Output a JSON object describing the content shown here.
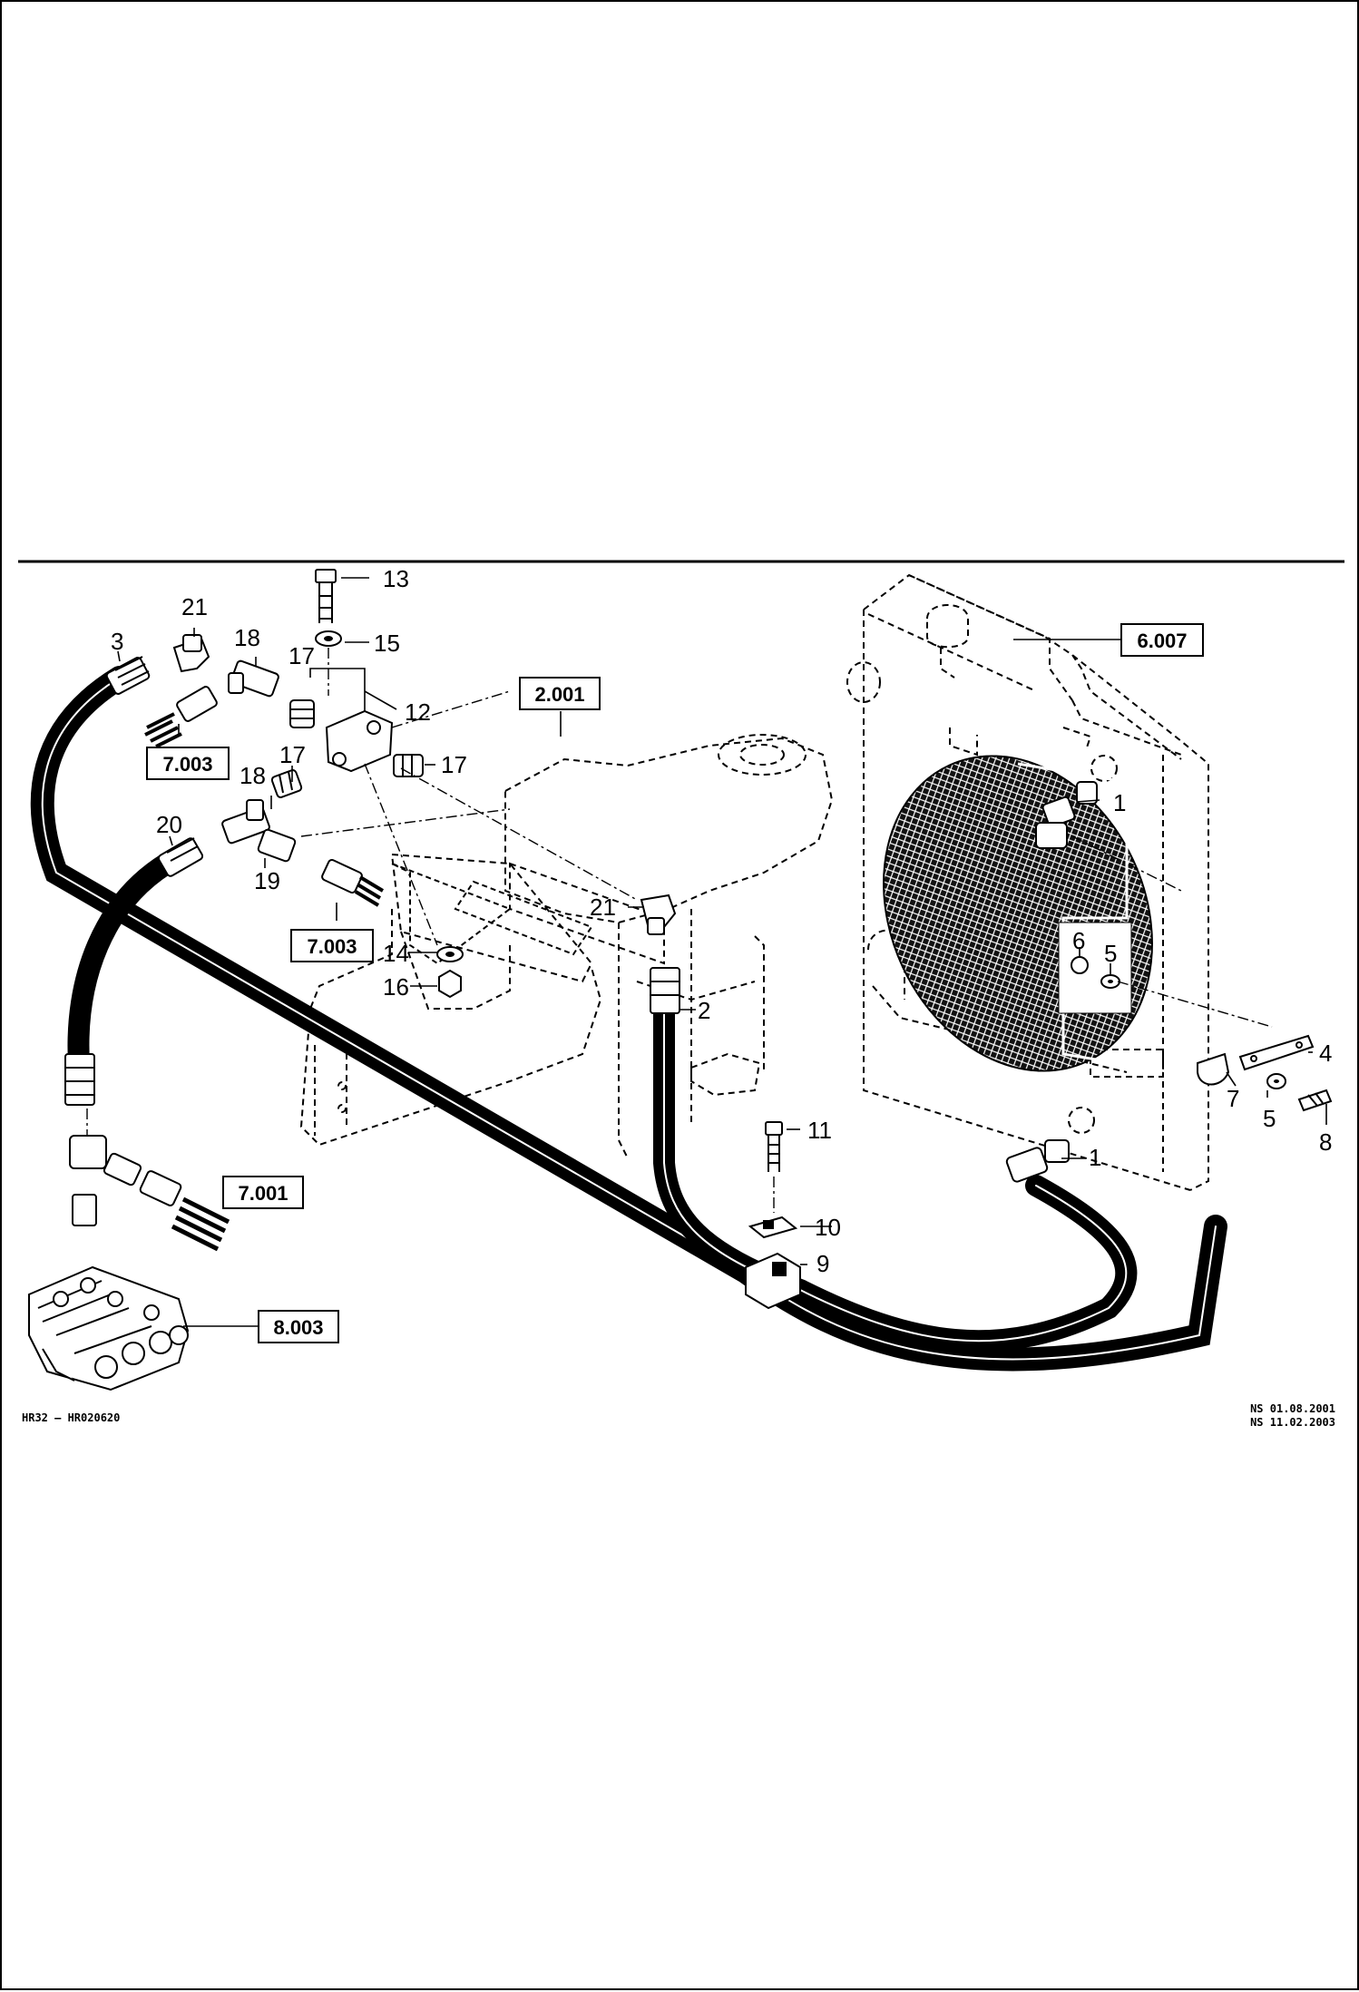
{
  "diagram": {
    "callouts": {
      "c1a": "1",
      "c1b": "1",
      "c2": "2",
      "c3": "3",
      "c4": "4",
      "c5a": "5",
      "c5b": "5",
      "c6": "6",
      "c7": "7",
      "c8": "8",
      "c9": "9",
      "c10": "10",
      "c11": "11",
      "c12": "12",
      "c13": "13",
      "c14": "14",
      "c15": "15",
      "c16": "16",
      "c17a": "17",
      "c17b": "17",
      "c17c": "17",
      "c18a": "18",
      "c18b": "18",
      "c19": "19",
      "c20": "20",
      "c21a": "21",
      "c21b": "21"
    },
    "refs": {
      "r2001": "2.001",
      "r6007": "6.007",
      "r7003a": "7.003",
      "r7003b": "7.003",
      "r7001": "7.001",
      "r8003": "8.003"
    }
  },
  "footer": {
    "drawing_id": "HR32 – HR020620",
    "revision_1": "NS 01.08.2001",
    "revision_2": "NS 11.02.2003"
  }
}
